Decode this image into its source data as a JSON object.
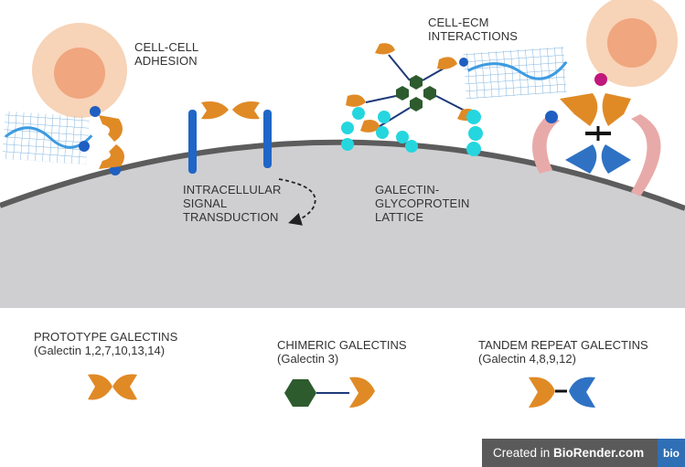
{
  "labels": {
    "cell_cell_adhesion": [
      "CELL-CELL",
      "ADHESION"
    ],
    "cell_ecm": [
      "CELL-ECM",
      "INTERACTIONS"
    ],
    "signal": [
      "INTRACELLULAR",
      "SIGNAL",
      "TRANSDUCTION"
    ],
    "lattice": [
      "GALECTIN-",
      "GLYCOPROTEIN",
      "LATTICE"
    ]
  },
  "legend": {
    "prototype": {
      "title": "PROTOTYPE GALECTINS",
      "subtitle": "(Galectin 1,2,7,10,13,14)"
    },
    "chimeric": {
      "title": "CHIMERIC GALECTINS",
      "subtitle": "(Galectin 3)"
    },
    "tandem": {
      "title": "TANDEM REPEAT GALECTINS",
      "subtitle": "(Galectin 4,8,9,12)"
    }
  },
  "badge": {
    "prefix": "Created in ",
    "brand": "BioRender.com",
    "logo": "bio"
  },
  "colors": {
    "galectin_orange": "#e08a26",
    "domain_blue": "#2f72c4",
    "glycan_cyan": "#25d6df",
    "hexagon_green": "#2e5b2e",
    "cell_gray": "#cfcfd1",
    "membrane": "#5c5c5c",
    "cell_outer": "#f7d3b7",
    "nucleus": "#f0a67e",
    "ecm_blue": "#5aa6d8",
    "ligand_magenta": "#c0187c",
    "receptor_pink": "#e8aaa8"
  }
}
